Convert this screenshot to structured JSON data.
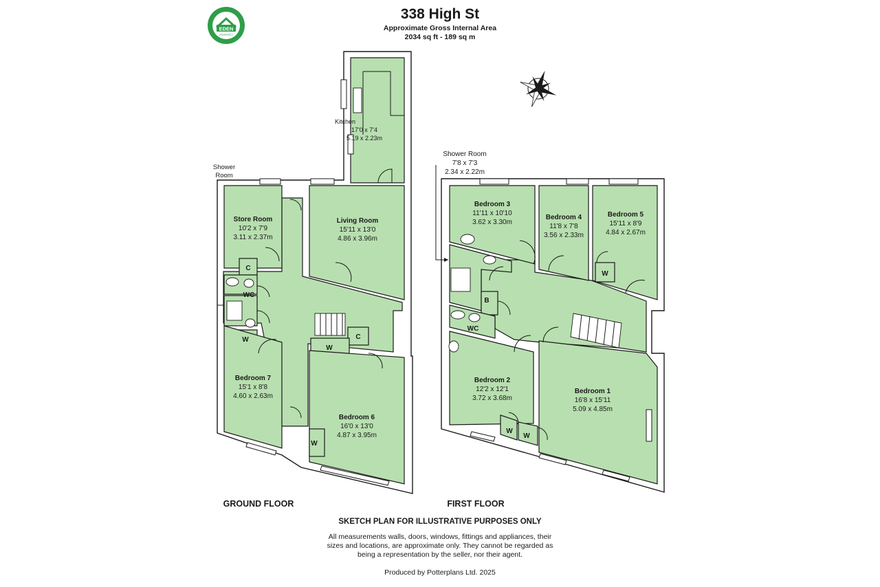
{
  "header": {
    "title": "338 High St",
    "area_label": "Approximate Gross Internal Area",
    "area_value": "2034 sq ft - 189 sq m"
  },
  "logo": {
    "name": "EDEN",
    "tagline": "PROPERTY",
    "color": "#2e9e48"
  },
  "colors": {
    "room_fill": "#b8dfb0",
    "wall": "#1a1a1a",
    "background": "#ffffff"
  },
  "ground_floor": {
    "label": "GROUND FLOOR",
    "rooms": {
      "kitchen": {
        "name": "Kitchen",
        "imperial": "17'0 x 7'4",
        "metric": "5.19 x 2.23m"
      },
      "living": {
        "name": "Living Room",
        "imperial": "15'11 x 13'0",
        "metric": "4.86 x 3.96m"
      },
      "store": {
        "name": "Store Room",
        "imperial": "10'2 x 7'9",
        "metric": "3.11 x 2.37m"
      },
      "shower": {
        "name_line1": "Shower",
        "name_line2": "Room"
      },
      "cupboard1": {
        "name": "C"
      },
      "wc": {
        "name": "WC"
      },
      "wardrobe1": {
        "name": "W"
      },
      "bedroom7": {
        "name": "Bedroom 7",
        "imperial": "15'1 x 8'8",
        "metric": "4.60 x 2.63m"
      },
      "wardrobe2": {
        "name": "W"
      },
      "cupboard2": {
        "name": "C"
      },
      "bedroom6": {
        "name": "Bedroom 6",
        "imperial": "16'0 x 13'0",
        "metric": "4.87 x 3.95m"
      },
      "wardrobe3": {
        "name": "W"
      }
    }
  },
  "first_floor": {
    "label": "FIRST FLOOR",
    "rooms": {
      "shower": {
        "name": "Shower Room",
        "imperial": "7'8 x 7'3",
        "metric": "2.34 x 2.22m"
      },
      "bedroom3": {
        "name": "Bedroom 3",
        "imperial": "11'11 x 10'10",
        "metric": "3.62 x 3.30m"
      },
      "bedroom4": {
        "name": "Bedroom 4",
        "imperial": "11'8 x 7'8",
        "metric": "3.56 x 2.33m"
      },
      "bedroom5": {
        "name": "Bedroom 5",
        "imperial": "15'11 x 8'9",
        "metric": "4.84 x 2.67m"
      },
      "wardrobe1": {
        "name": "W"
      },
      "boiler": {
        "name": "B"
      },
      "wc": {
        "name": "WC"
      },
      "bedroom2": {
        "name": "Bedroom 2",
        "imperial": "12'2 x 12'1",
        "metric": "3.72 x 3.68m"
      },
      "wardrobe2": {
        "name": "W"
      },
      "wardrobe3": {
        "name": "W"
      },
      "bedroom1": {
        "name": "Bedroom 1",
        "imperial": "16'8 x 15'11",
        "metric": "5.09 x 4.85m"
      }
    }
  },
  "footer": {
    "disclaimer_heading": "SKETCH PLAN FOR ILLUSTRATIVE PURPOSES ONLY",
    "disclaimer_line1": "All measurements walls, doors, windows, fittings and appliances, their",
    "disclaimer_line2": "sizes and locations, are approximate only. They cannot be regarded as",
    "disclaimer_line3": "being a representation by the seller, nor their agent.",
    "producer": "Produced by Potterplans Ltd. 2025"
  },
  "compass": {
    "icon": "compass-rose-icon"
  }
}
